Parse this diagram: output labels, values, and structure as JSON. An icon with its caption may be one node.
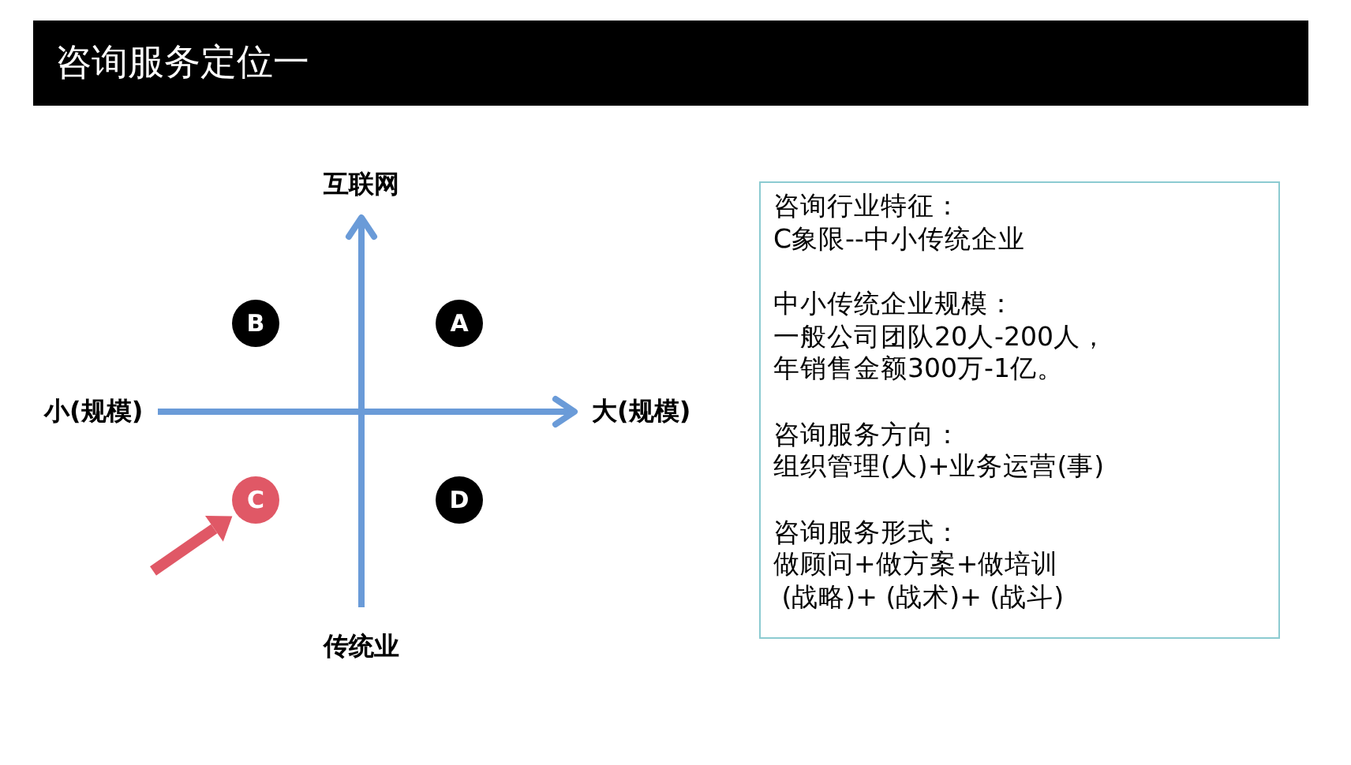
{
  "diagram": {
    "title": "咨询服务定位一",
    "nodes": [
      {
        "text": [
          "B"
        ]
      },
      {
        "text": [
          "A"
        ]
      },
      {
        "text": [
          "C"
        ]
      },
      {
        "text": [
          "D"
        ]
      },
      {
        "text": [
          "咨询行业特征：",
          "C象限--中小传统企业",
          "中小传统企业规模：",
          "一般公司团队20人-200人，",
          "年销售金额300万-1亿。",
          "咨询服务方向：",
          "组织管理(人)+业务运营(事)",
          "咨询服务形式：",
          "做顾问+做方案+做培训",
          " (战略)+ (战术)+ (战斗)"
        ]
      }
    ],
    "edges": [
      {
        "from": null,
        "to": 2,
        "arrow": "to",
        "color": "#e05866"
      }
    ],
    "labels": [
      "互联网",
      "小(规模)",
      "大(规模)",
      "传统业"
    ]
  }
}
